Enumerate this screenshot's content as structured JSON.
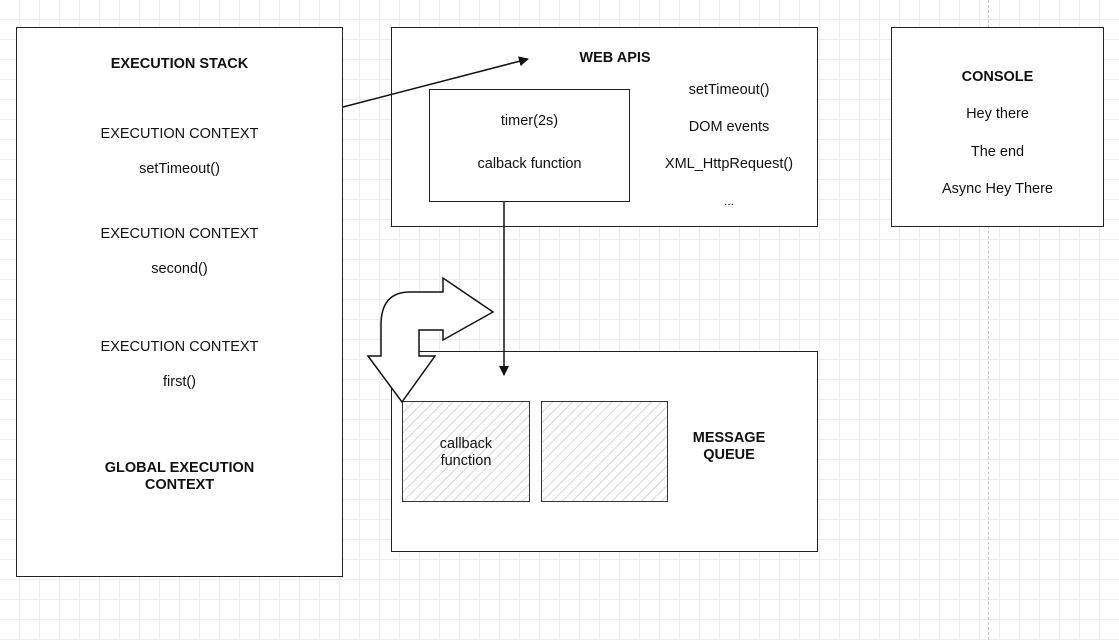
{
  "execution_stack": {
    "title": "EXECUTION STACK",
    "contexts": [
      {
        "heading": "EXECUTION CONTEXT",
        "fn": "setTimeout()"
      },
      {
        "heading": "EXECUTION CONTEXT",
        "fn": "second()"
      },
      {
        "heading": "EXECUTION CONTEXT",
        "fn": "first()"
      }
    ],
    "global_line1": "GLOBAL EXECUTION",
    "global_line2": "CONTEXT"
  },
  "web_apis": {
    "title": "WEB APIS",
    "timer_label": "timer(2s)",
    "callback_label": "calback function",
    "apis": [
      "setTimeout()",
      "DOM events",
      "XML_HttpRequest()",
      "..."
    ]
  },
  "console": {
    "title": "CONSOLE",
    "lines": [
      "Hey there",
      "The end",
      "Async Hey There"
    ]
  },
  "message_queue": {
    "title_line1": "MESSAGE",
    "title_line2": "QUEUE",
    "item_line1": "callback",
    "item_line2": "function"
  }
}
